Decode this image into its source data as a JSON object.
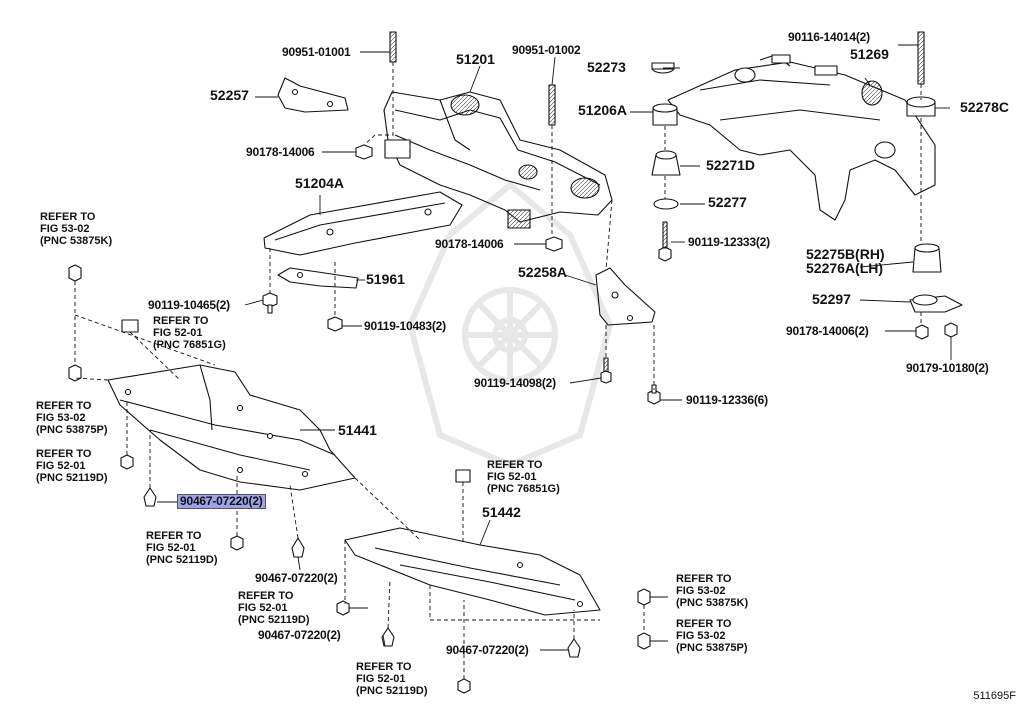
{
  "labels": {
    "p90951_01001": "90951-01001",
    "p51201": "51201",
    "p90951_01002": "90951-01002",
    "p90116": "90116-14014(2)",
    "p52257": "52257",
    "p52273": "52273",
    "p51269": "51269",
    "p51206A": "51206A",
    "p52278C": "52278C",
    "p90178_a": "90178-14006",
    "p52271D": "52271D",
    "p51204A": "51204A",
    "p52277": "52277",
    "p90178_b": "90178-14006",
    "p90119_12333": "90119-12333(2)",
    "p52258A": "52258A",
    "p52275B": "52275B(RH)",
    "p52276A": "52276A(LH)",
    "p51961": "51961",
    "p52297": "52297",
    "p90119_10465": "90119-10465(2)",
    "p90119_10483": "90119-10483(2)",
    "p90178_c": "90178-14006(2)",
    "p90179": "90179-10180(2)",
    "p90119_14098": "90119-14098(2)",
    "p90119_12336": "90119-12336(6)",
    "p51441": "51441",
    "p90467_hl": "90467-07220(2)",
    "p51442": "51442",
    "p90467_b": "90467-07220(2)",
    "p90467_c": "90467-07220(2)",
    "p90467_d": "90467-07220(2)",
    "drawing_code": "511695F"
  },
  "refs": {
    "r1": "REFER TO\nFIG 53-02\n(PNC 53875K)",
    "r2": "REFER TO\nFIG 52-01\n(PNC 76851G)",
    "r3": "REFER TO\nFIG 53-02\n(PNC 53875P)",
    "r4": "REFER TO\nFIG 52-01\n(PNC 52119D)",
    "r5": "REFER TO\nFIG 52-01\n(PNC 76851G)",
    "r6": "REFER TO\nFIG 52-01\n(PNC 52119D)",
    "r7": "REFER TO\nFIG 53-02\n(PNC 53875K)",
    "r8": "REFER TO\nFIG 52-01\n(PNC 52119D)",
    "r9": "REFER TO\nFIG 53-02\n(PNC 53875P)",
    "r10": "REFER TO\nFIG 52-01\n(PNC 52119D)"
  },
  "colors": {
    "highlight": "#9ea3e8",
    "line": "#111111"
  }
}
